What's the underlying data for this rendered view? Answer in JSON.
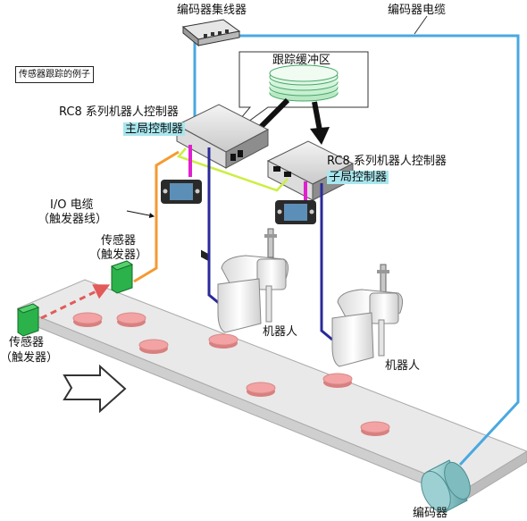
{
  "labels": {
    "hub": "编码器集线器",
    "encoder_cable": "编码器电缆",
    "example_title": "传感器跟踪的例子",
    "buffer": "跟踪缓冲区",
    "master_controller_name": "RC8 系列机器人控制器",
    "master_role": "主局控制器",
    "slave_controller_name": "RC8 系列机器人控制器",
    "slave_role": "子局控制器",
    "io_cable_line1": "I/O 电缆",
    "io_cable_line2": "（触发器线）",
    "sensor_top_line1": "传感器",
    "sensor_top_line2": "（触发器）",
    "sensor_left_line1": "传感器",
    "sensor_left_line2": "（触发器）",
    "robot1": "机器人",
    "robot2": "机器人",
    "encoder": "编码器"
  },
  "colors": {
    "encoder_cable": "#4aa8e0",
    "io_cable": "#f59a30",
    "link_cable": "#ccee44",
    "teach_pendant_cable": "#e020d0",
    "robot_cable": "#2a2a9a",
    "sensor": "#2bb24a",
    "workpiece": "#f3a3a3",
    "conveyor": "#e6e6e6",
    "role_highlight": "#a8e6ee"
  },
  "icons": [
    "encoder-hub-icon",
    "buffer-stack-icon",
    "controller-icon",
    "teach-pendant-icon",
    "sensor-icon",
    "scara-robot-icon",
    "encoder-motor-icon",
    "conveyor-direction-arrow-icon"
  ]
}
